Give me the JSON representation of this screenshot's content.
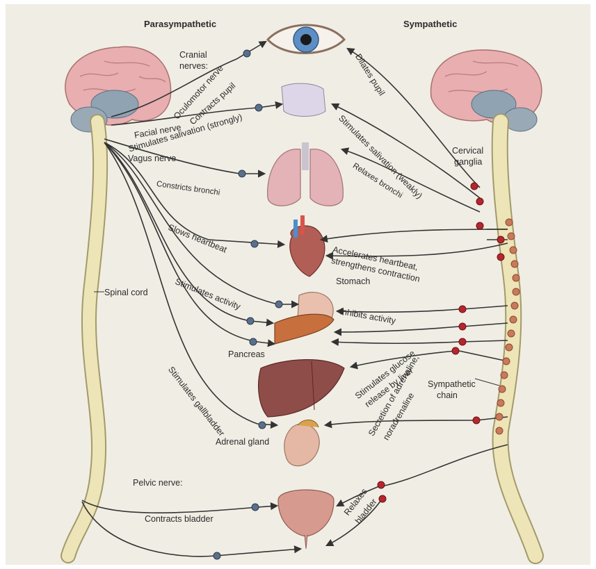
{
  "colors": {
    "background": "#f0ede4",
    "brain": "#e8aeb0",
    "spinal_cord": "#ede4b8",
    "nerve": "#333333",
    "ganglion_red": "#b5272e",
    "ganglion_blue": "#5a6f8a",
    "organ": "#d79a8e"
  },
  "headers": {
    "parasympathetic": "Parasympathetic",
    "sympathetic": "Sympathetic"
  },
  "parasympathetic_labels": {
    "cranial_nerves_1": "Cranial",
    "cranial_nerves_2": "nerves:",
    "oculomotor": "Oculomotor nerve",
    "contracts_pupil": "Contracts pupil",
    "facial": "Facial nerve",
    "salivation_strong": "Stimulates salivation (strongly)",
    "vagus": "Vagus nerve",
    "constricts_bronchi": "Constricts bronchi",
    "slows_heartbeat": "Slows heartbeat",
    "stimulates_activity": "Stimulates activity",
    "stimulates_gallbladder": "Stimulates gallbladder",
    "spinal_cord": "Spinal cord",
    "pelvic_nerve": "Pelvic nerve:",
    "contracts_bladder": "Contracts bladder"
  },
  "sympathetic_labels": {
    "dilates_pupil": "Dilates pupil",
    "salivation_weak": "Stimulates salivation (weakly)",
    "relaxes_bronchi": "Relaxes bronchi",
    "cervical_1": "Cervical",
    "cervical_2": "ganglia",
    "accelerates_1": "Accelerates heartbeat,",
    "accelerates_2": "strengthens contraction",
    "inhibits_activity": "Inhibits activity",
    "glucose_1": "Stimulates glucose",
    "glucose_2": "release by liver",
    "secretion_1": "Secretion of adrenaline,",
    "secretion_2": "noradrenaline",
    "chain_1": "Sympathetic",
    "chain_2": "chain",
    "relaxes_bladder_1": "Relaxes",
    "relaxes_bladder_2": "bladder"
  },
  "organ_labels": {
    "stomach": "Stomach",
    "pancreas": "Pancreas",
    "adrenal_gland": "Adrenal gland"
  }
}
